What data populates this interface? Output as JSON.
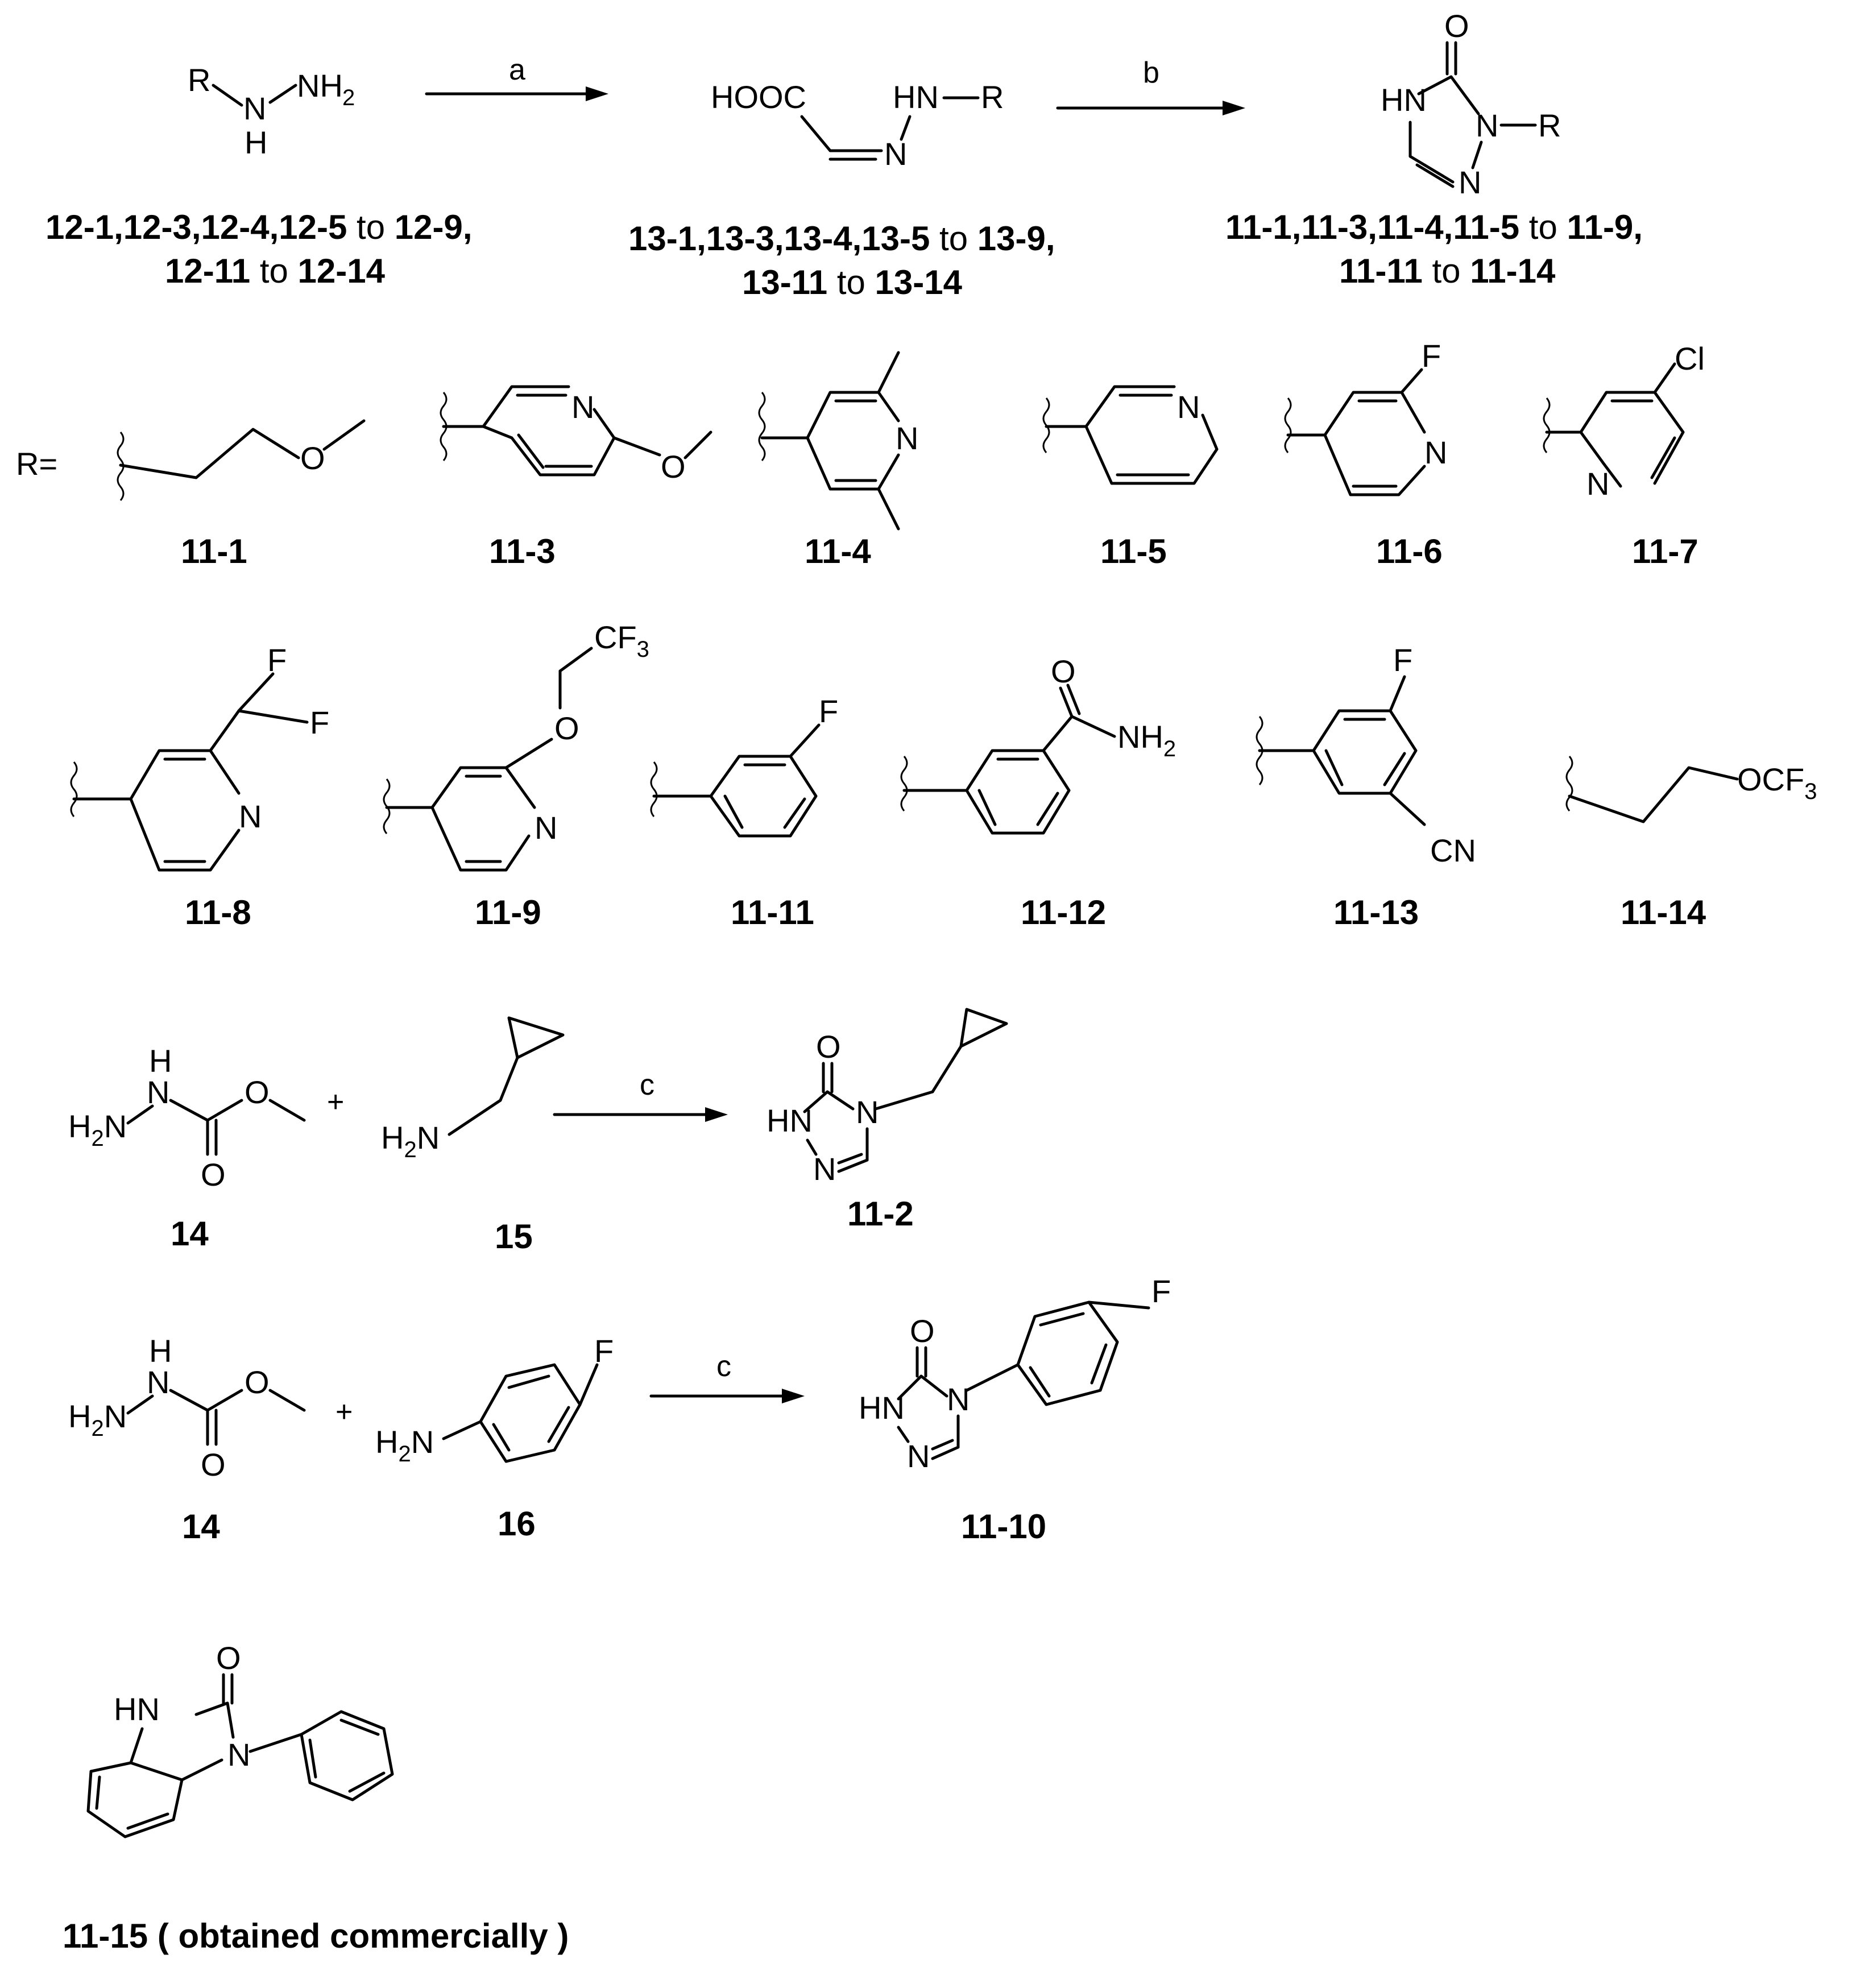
{
  "labels": {
    "reaction_top": {
      "sm_line1": "12-1,12-3,12-4,12-5",
      "sm_line1_to": "to",
      "sm_line1_end": "12-9,",
      "sm_line2a": "12-11",
      "sm_line2_to": "to",
      "sm_line2b": "12-14",
      "int_line1": "13-1,13-3,13-4,13-5",
      "int_line1_to": "to",
      "int_line1_end": "13-9,",
      "int_line2a": "13-11",
      "int_line2_to": "to",
      "int_line2b": "13-14",
      "prod_line1": "11-1,11-3,11-4,11-5",
      "prod_line1_to": "to",
      "prod_line1_end": "11-9,",
      "prod_line2a": "11-11",
      "prod_line2_to": "to",
      "prod_line2b": "11-14"
    },
    "conditions": {
      "a": "a",
      "b": "b",
      "c1": "c",
      "c2": "c"
    },
    "r_equals": "R=",
    "r_groups": [
      "11-1",
      "11-3",
      "11-4",
      "11-5",
      "11-6",
      "11-7",
      "11-8",
      "11-9",
      "11-11",
      "11-12",
      "11-13",
      "11-14"
    ],
    "cmpd_14a": "14",
    "cmpd_15": "15",
    "cmpd_11_2": "11-2",
    "cmpd_14b": "14",
    "cmpd_16": "16",
    "cmpd_11_10": "11-10",
    "cmpd_11_15": "11-15 ( obtained commercially )",
    "plus": "+"
  },
  "atoms": {
    "R": "R",
    "N": "N",
    "H": "H",
    "NH": "NH",
    "HN": "HN",
    "HOOC": "HOOC",
    "O": "O",
    "F": "F",
    "Cl": "Cl",
    "CF": "CF",
    "OCF": "OCF",
    "CN": "CN",
    "H2N": "H",
    "sub2": "2",
    "sub3": "3"
  }
}
